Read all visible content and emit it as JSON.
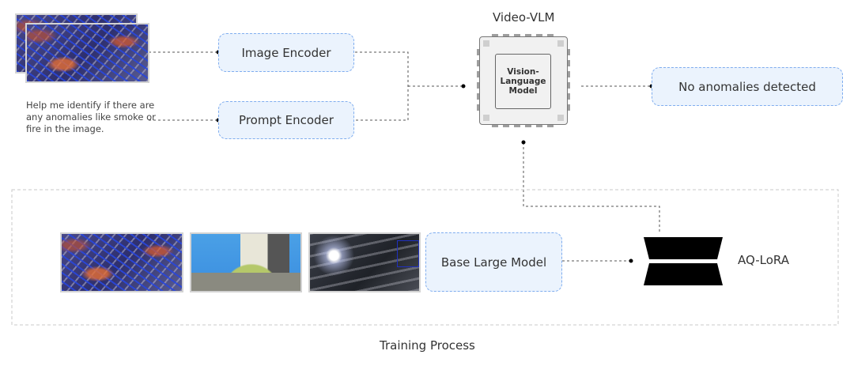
{
  "input": {
    "image_stack_icon": "industrial-camera-frames",
    "prompt_text": "Help me identify if there are any anomalies like smoke or fire in the image."
  },
  "encoders": {
    "image_encoder": "Image Encoder",
    "prompt_encoder": "Prompt Encoder"
  },
  "vlm": {
    "title": "Video-VLM",
    "chip_label": "Vision-Language Model"
  },
  "output": {
    "result": "No anomalies detected"
  },
  "training": {
    "frames": [
      {
        "icon": "cables-frame"
      },
      {
        "icon": "hands-frame"
      },
      {
        "icon": "machine-frame"
      }
    ],
    "base_model": "Base Large Model",
    "adapter": "AQ-LoRA",
    "caption": "Training Process"
  },
  "colors": {
    "node_fill": "#ebf3fd",
    "node_border": "#7fadef",
    "connector": "#555555",
    "training_border": "#c8c8c8"
  }
}
